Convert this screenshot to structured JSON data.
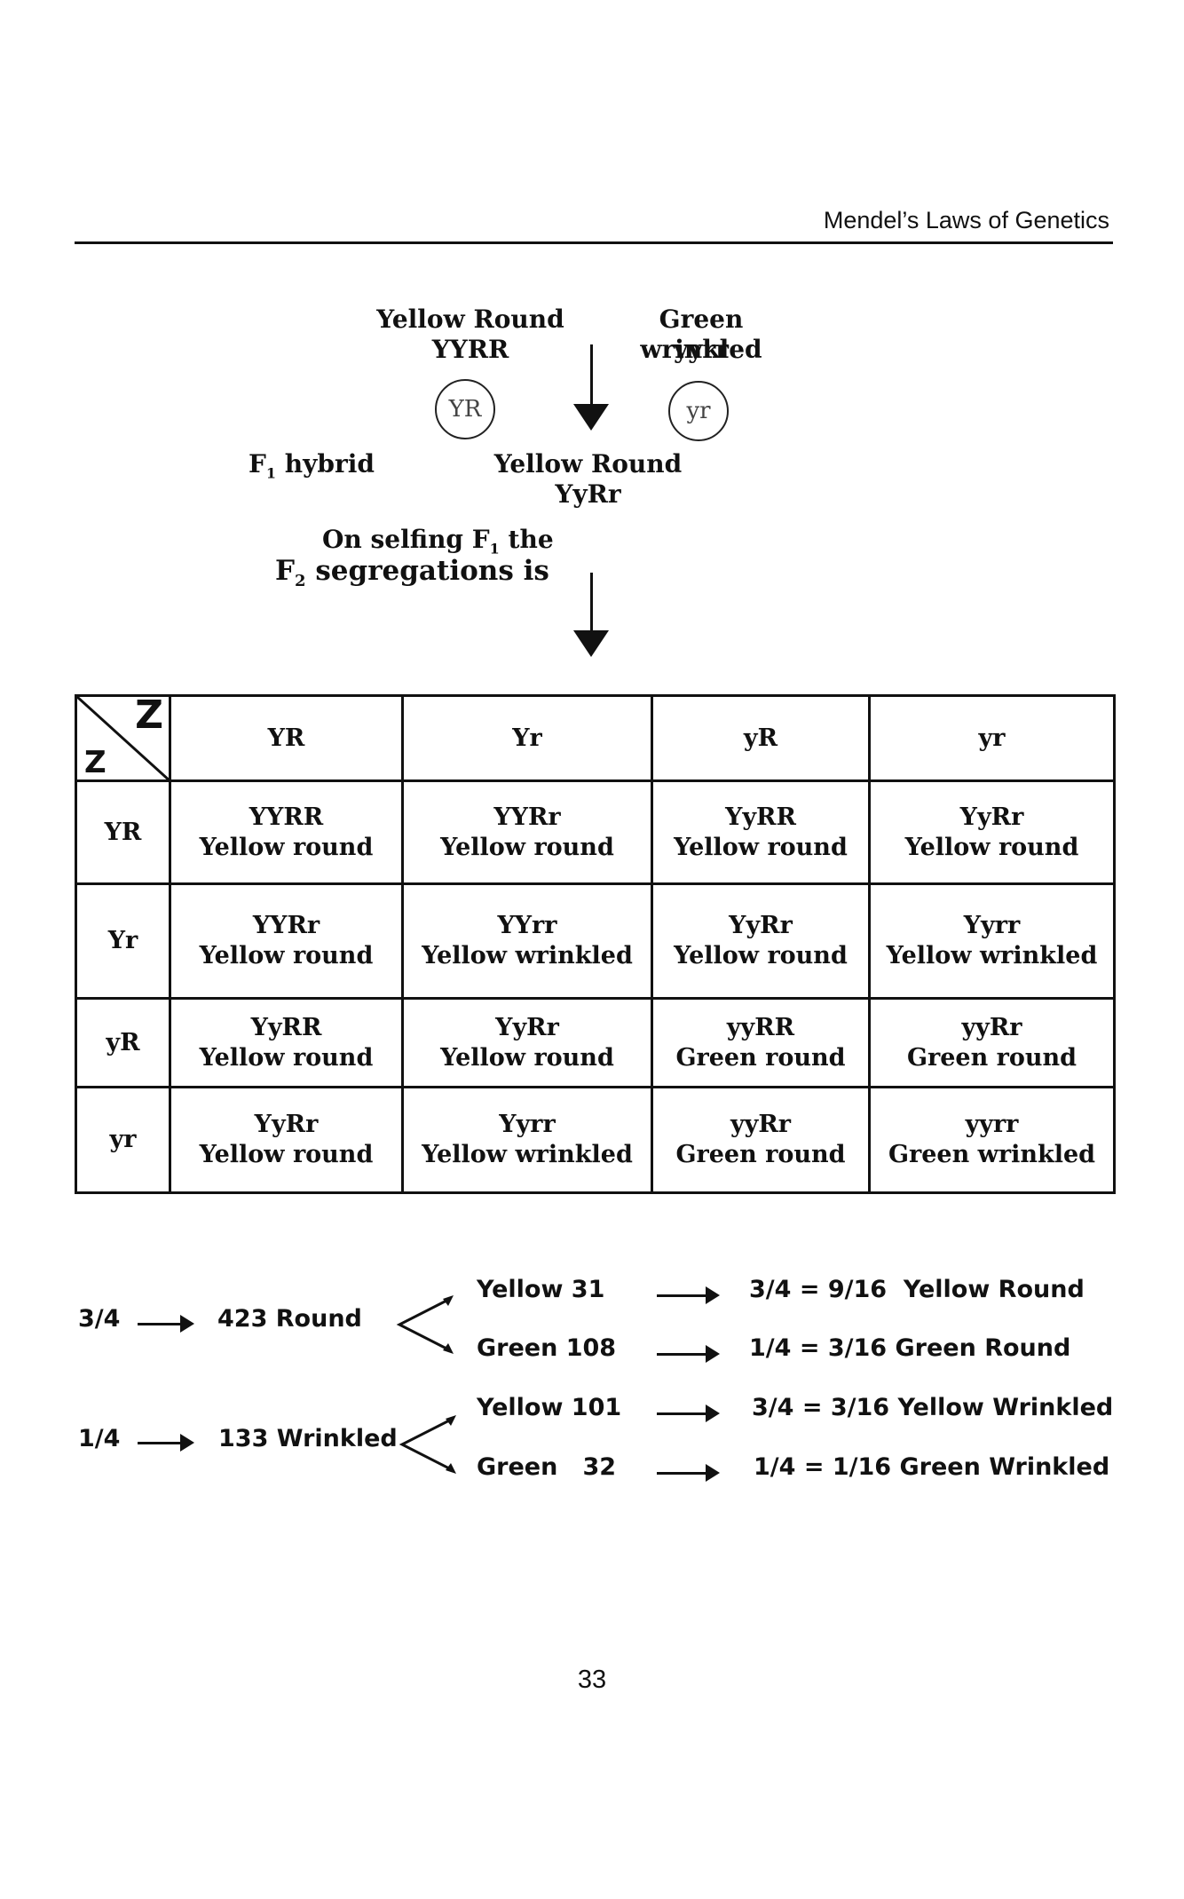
{
  "header": {
    "title": "Mendel’s Laws of Genetics"
  },
  "cross": {
    "parent1": {
      "phenotype": "Yellow Round",
      "genotype": "YYRR",
      "gamete": "YR"
    },
    "parent2": {
      "phenotype": "Green wrinkled",
      "genotype": "yyrr",
      "gamete": "yr"
    },
    "f1_label_main": "F",
    "f1_label_sub": "1",
    "f1_label_rest": " hybrid",
    "f1_phenotype": "Yellow Round",
    "f1_genotype": "YyRr",
    "selfing_line1_a": "On selfing F",
    "selfing_line1_sub": "1",
    "selfing_line1_b": " the",
    "selfing_line2_a": "F",
    "selfing_line2_sub": "2",
    "selfing_line2_b": " segregations is"
  },
  "punnett": {
    "corner_top": "Z",
    "corner_bottom": "Z",
    "col_headers": [
      "YR",
      "Yr",
      "yR",
      "yr"
    ],
    "rows": [
      {
        "header": "YR",
        "cells": [
          {
            "genotype": "YYRR",
            "phenotype": "Yellow round"
          },
          {
            "genotype": "YYRr",
            "phenotype": "Yellow round"
          },
          {
            "genotype": "YyRR",
            "phenotype": "Yellow round"
          },
          {
            "genotype": "YyRr",
            "phenotype": "Yellow round"
          }
        ]
      },
      {
        "header": "Yr",
        "cells": [
          {
            "genotype": "YYRr",
            "phenotype": "Yellow round"
          },
          {
            "genotype": "YYrr",
            "phenotype": "Yellow wrinkled"
          },
          {
            "genotype": "YyRr",
            "phenotype": "Yellow round"
          },
          {
            "genotype": "Yyrr",
            "phenotype": "Yellow wrinkled"
          }
        ]
      },
      {
        "header": "yR",
        "cells": [
          {
            "genotype": "YyRR",
            "phenotype": "Yellow round"
          },
          {
            "genotype": "YyRr",
            "phenotype": "Yellow round"
          },
          {
            "genotype": "yyRR",
            "phenotype": "Green round"
          },
          {
            "genotype": "yyRr",
            "phenotype": "Green round"
          }
        ]
      },
      {
        "header": "yr",
        "cells": [
          {
            "genotype": "YyRr",
            "phenotype": "Yellow round"
          },
          {
            "genotype": "Yyrr",
            "phenotype": "Yellow wrinkled"
          },
          {
            "genotype": "yyRr",
            "phenotype": "Green round"
          },
          {
            "genotype": "yyrr",
            "phenotype": "Green wrinkled"
          }
        ]
      }
    ]
  },
  "ratios": {
    "round": {
      "fraction": "3/4",
      "label": "423 Round"
    },
    "wrinkled": {
      "fraction": "1/4",
      "label": "133  Wrinkled"
    },
    "outcomes": [
      {
        "count": "Yellow 31",
        "result": "3/4 = 9/16  Yellow Round"
      },
      {
        "count": "Green 108",
        "result": "1/4 = 3/16 Green Round"
      },
      {
        "count": "Yellow 101",
        "result": "3/4 = 3/16 Yellow Wrinkled"
      },
      {
        "count": "Green   32",
        "result": "1/4 = 1/16 Green Wrinkled"
      }
    ]
  },
  "page_number": "33"
}
